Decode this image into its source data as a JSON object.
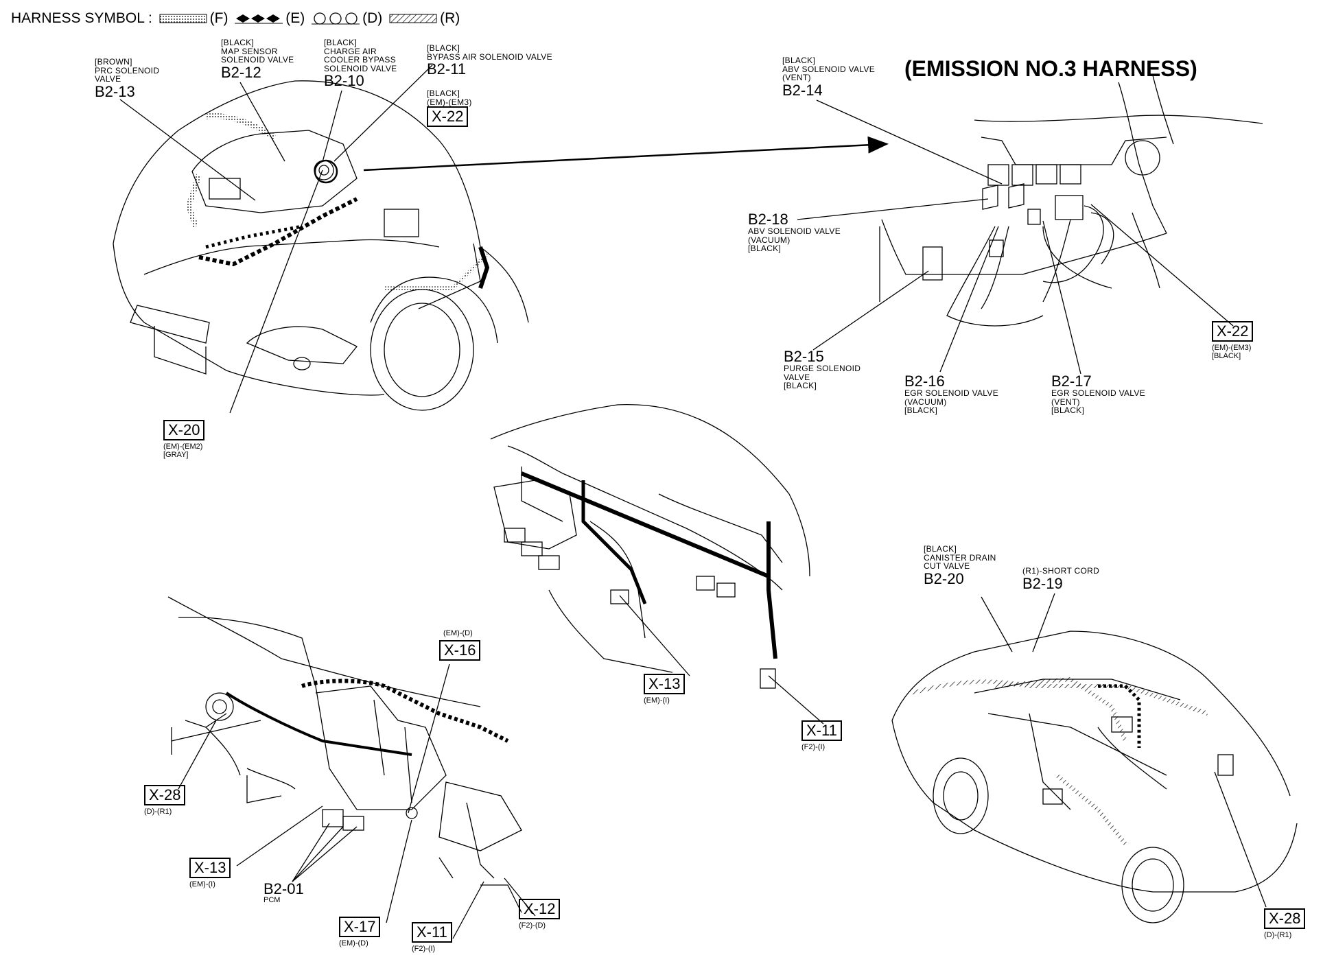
{
  "legend": {
    "label": "HARNESS SYMBOL :",
    "items": [
      {
        "code": "(F)",
        "pattern": "dotted"
      },
      {
        "code": "(E)",
        "pattern": "diamonds"
      },
      {
        "code": "(D)",
        "pattern": "circles"
      },
      {
        "code": "(R)",
        "pattern": "hatched"
      }
    ]
  },
  "emission_title": "(EMISSION NO.3 HARNESS)",
  "connectors": {
    "b2_13": {
      "desc": [
        "[BROWN]",
        "PRC SOLENOID",
        "VALVE"
      ],
      "code": "B2-13"
    },
    "b2_12": {
      "desc": [
        "[BLACK]",
        "MAP SENSOR",
        "SOLENOID VALVE"
      ],
      "code": "B2-12"
    },
    "b2_10": {
      "desc": [
        "[BLACK]",
        "CHARGE AIR",
        "COOLER BYPASS",
        "SOLENOID VALVE"
      ],
      "code": "B2-10"
    },
    "b2_11": {
      "desc": [
        "[BLACK]",
        "BYPASS AIR SOLENOID VALVE"
      ],
      "code": "B2-11"
    },
    "x22_top": {
      "desc": [
        "[BLACK]",
        "(EM)-(EM3)"
      ],
      "code": "X-22"
    },
    "x20": {
      "code": "X-20",
      "sub": [
        "(EM)-(EM2)",
        "[GRAY]"
      ]
    },
    "b2_14": {
      "desc": [
        "[BLACK]",
        "ABV SOLENOID VALVE",
        "(VENT)"
      ],
      "code": "B2-14"
    },
    "b2_18": {
      "code": "B2-18",
      "sub": [
        "ABV SOLENOID VALVE",
        "(VACUUM)",
        "[BLACK]"
      ]
    },
    "b2_15": {
      "code": "B2-15",
      "sub": [
        "PURGE SOLENOID",
        "VALVE",
        "[BLACK]"
      ]
    },
    "b2_16": {
      "code": "B2-16",
      "sub": [
        "EGR SOLENOID VALVE",
        "(VACUUM)",
        "[BLACK]"
      ]
    },
    "b2_17": {
      "code": "B2-17",
      "sub": [
        "EGR SOLENOID VALVE",
        "(VENT)",
        "[BLACK]"
      ]
    },
    "x22_right": {
      "code": "X-22",
      "sub": [
        "(EM)-(EM3)",
        "[BLACK]"
      ]
    },
    "x13_mid": {
      "code": "X-13",
      "sub": [
        "(EM)-(I)"
      ]
    },
    "x11_mid": {
      "code": "X-11",
      "sub": [
        "(F2)-(I)"
      ]
    },
    "b2_20": {
      "desc": [
        "[BLACK]",
        "CANISTER DRAIN",
        "CUT VALVE"
      ],
      "code": "B2-20"
    },
    "b2_19": {
      "desc": [
        "(R1)-SHORT CORD"
      ],
      "code": "B2-19"
    },
    "x28_right": {
      "code": "X-28",
      "sub": [
        "(D)-(R1)"
      ]
    },
    "x16": {
      "pre": "(EM)-(D)",
      "code": "X-16"
    },
    "x28_left": {
      "code": "X-28",
      "sub": [
        "(D)-(R1)"
      ]
    },
    "x13_left": {
      "code": "X-13",
      "sub": [
        "(EM)-(I)"
      ]
    },
    "b2_01": {
      "code": "B2-01",
      "sub": [
        "PCM"
      ]
    },
    "x17": {
      "code": "X-17",
      "sub": [
        "(EM)-(D)"
      ]
    },
    "x11_left": {
      "code": "X-11",
      "sub": [
        "(F2)-(I)"
      ]
    },
    "x12": {
      "code": "X-12",
      "sub": [
        "(F2)-(D)"
      ]
    }
  }
}
